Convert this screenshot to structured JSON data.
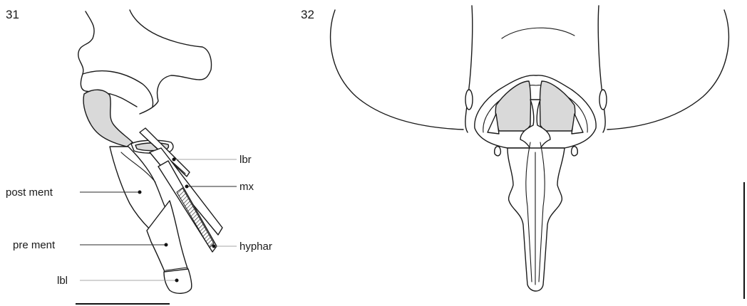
{
  "figures": [
    {
      "number": "31",
      "labels": {
        "lbr": "lbr",
        "mx": "mx",
        "post_ment": "post ment",
        "pre_ment": "pre ment",
        "hyphar": "hyphar",
        "lbl": "lbl"
      }
    },
    {
      "number": "32"
    }
  ],
  "colors": {
    "line": "#1a1a1a",
    "fill_gray": "#d9d9d9",
    "background": "#ffffff"
  }
}
